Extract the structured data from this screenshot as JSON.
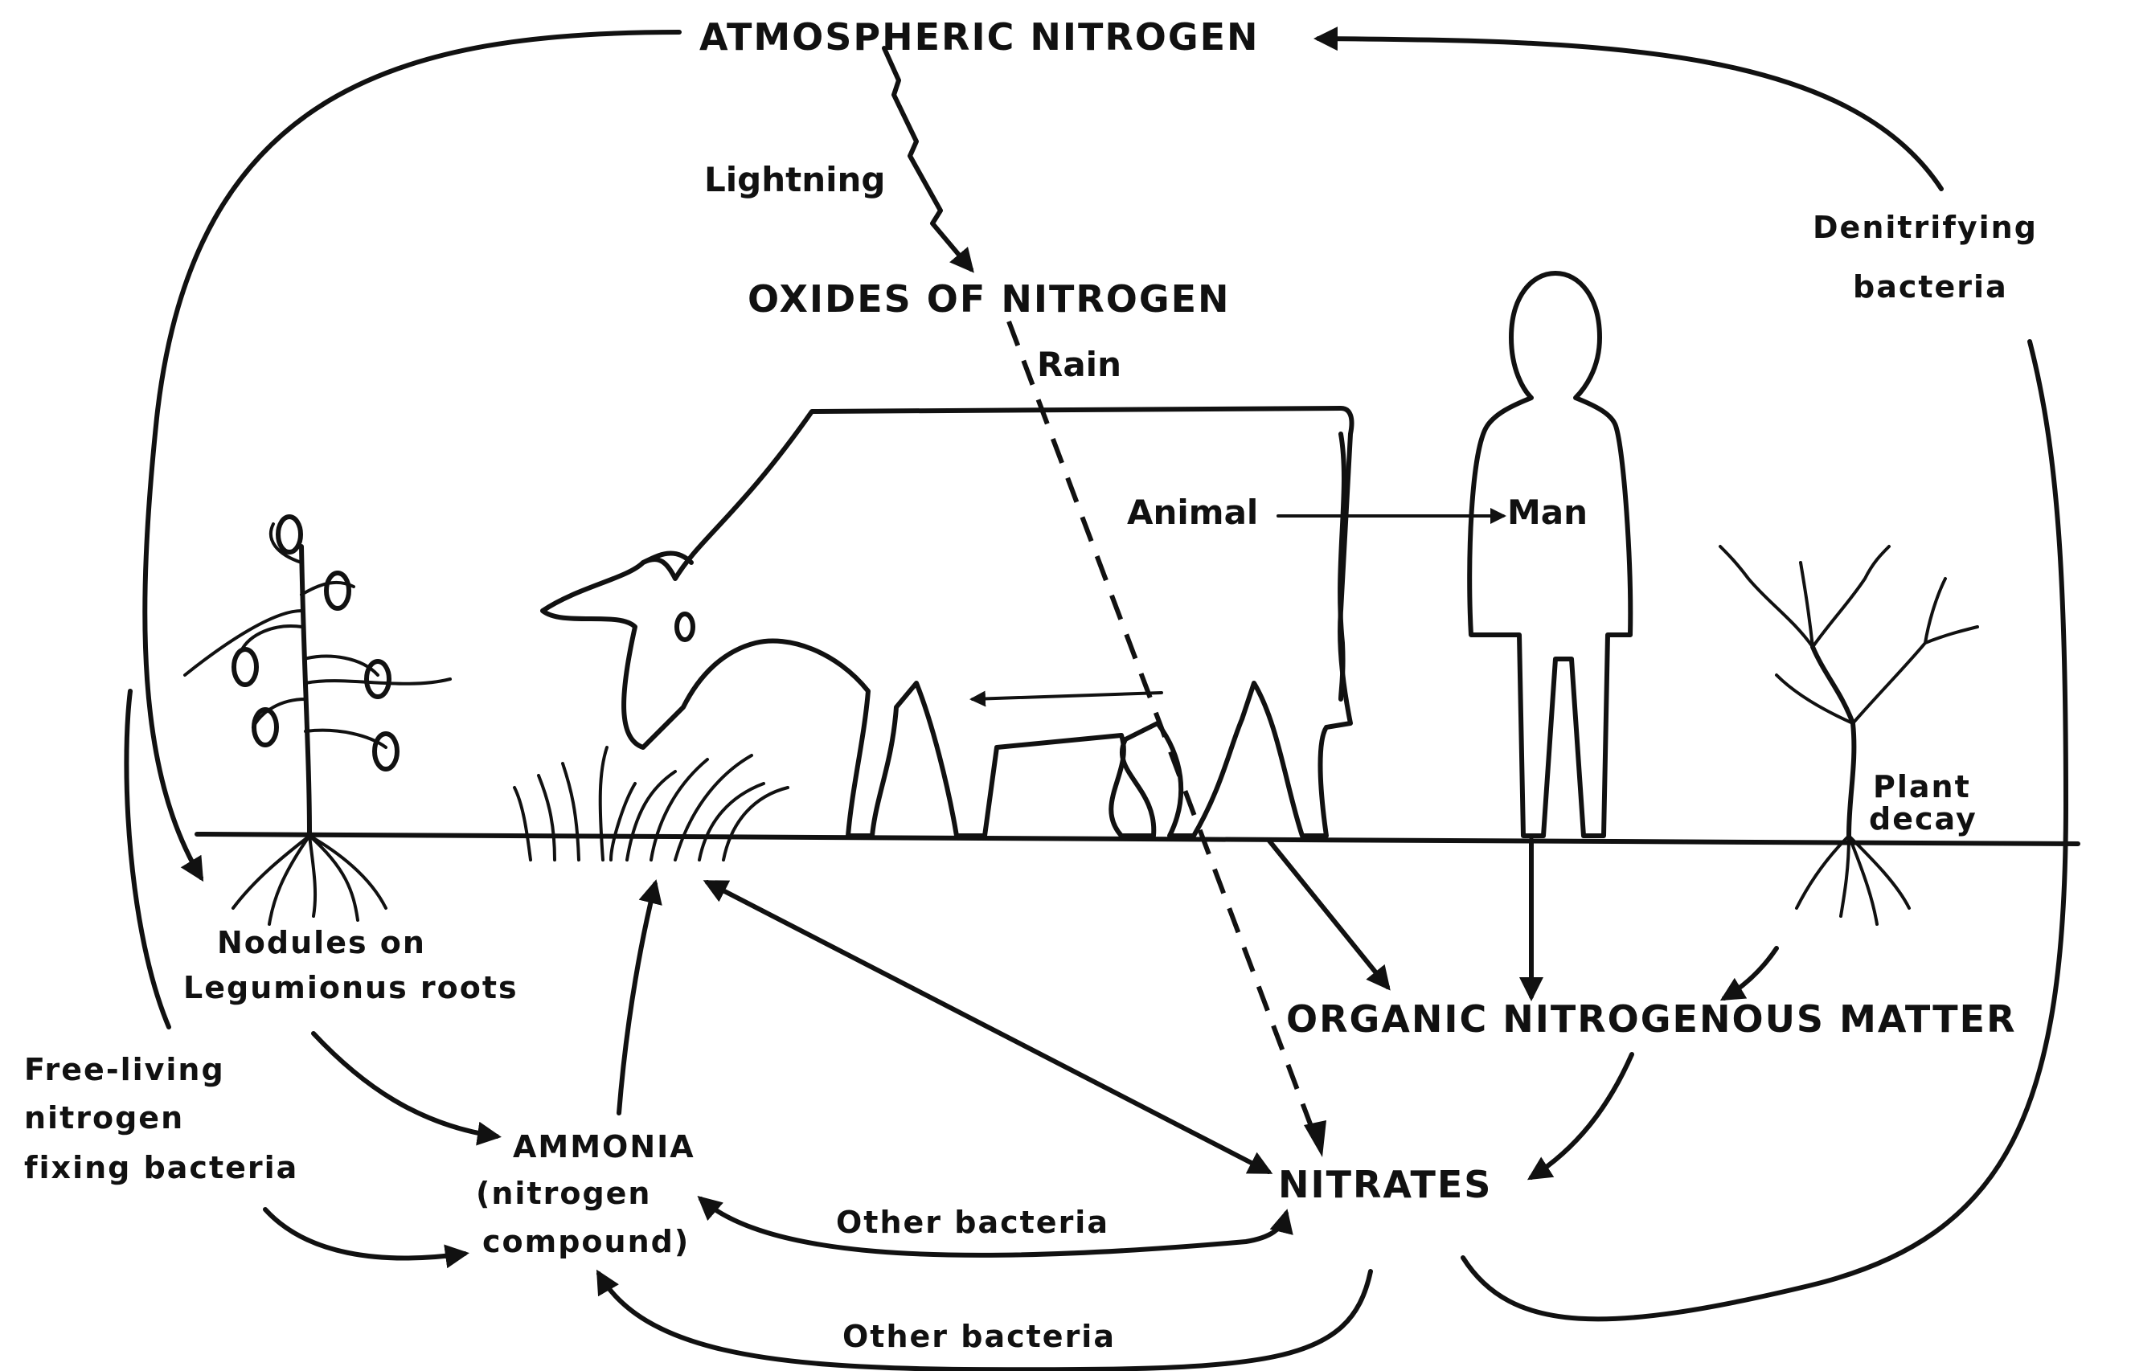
{
  "labels": {
    "atmospheric_nitrogen": "ATMOSPHERIC NITROGEN",
    "lightning": "Lightning",
    "oxides_of_nitrogen": "OXIDES OF NITROGEN",
    "rain": "Rain",
    "animal": "Animal",
    "man": "Man",
    "denitrifying_line1": "Denitrifying",
    "denitrifying_line2": "bacteria",
    "plant_decay_line1": "Plant",
    "plant_decay_line2": "decay",
    "nodules_line1": "Nodules on",
    "nodules_line2": "Legumionus roots",
    "free_living_line1": "Free-living",
    "free_living_line2": "nitrogen",
    "free_living_line3": "fixing bacteria",
    "ammonia_line1": "AMMONIA",
    "ammonia_line2": "(nitrogen",
    "ammonia_line3": "compound)",
    "organic_matter": "ORGANIC NITROGENOUS MATTER",
    "nitrates": "NITRATES",
    "other_bacteria_upper": "Other bacteria",
    "other_bacteria_lower": "Other bacteria"
  }
}
